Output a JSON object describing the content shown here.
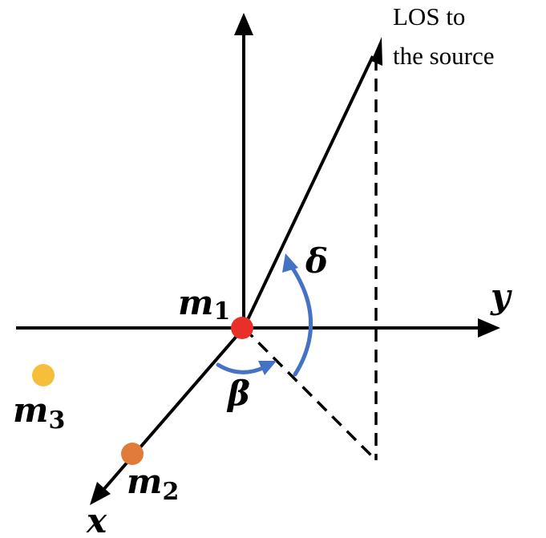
{
  "labels": {
    "m1": "m",
    "m1_sub": "1",
    "m2": "m",
    "m2_sub": "2",
    "m3": "m",
    "m3_sub": "3",
    "x_axis": "x",
    "y_axis": "y",
    "delta": "δ",
    "beta": "β",
    "los_line1": "LOS to",
    "los_line2": "the source"
  },
  "colors": {
    "m1": "#e8302a",
    "m2": "#e07b39",
    "m3": "#f5bf3c",
    "angle_arcs": "#4472c4",
    "lines": "#000000"
  }
}
